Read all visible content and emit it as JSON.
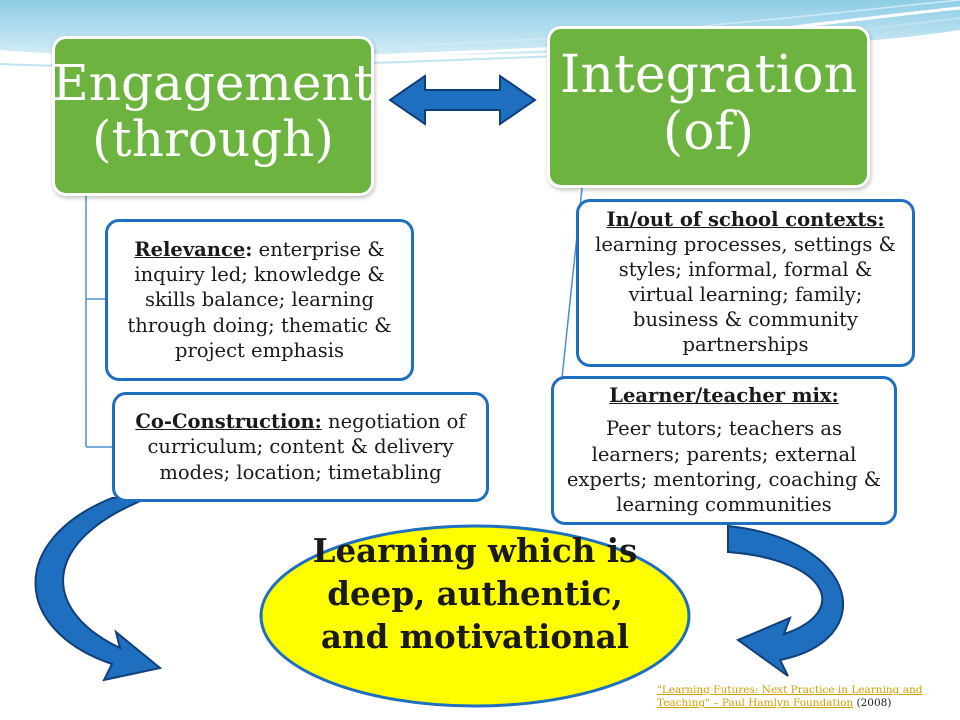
{
  "engagement_header": {
    "line1": "Engagement",
    "line2": "(through)"
  },
  "integration_header": {
    "line1": "Integration",
    "line2": "(of)"
  },
  "engagement_items": [
    {
      "label": "Relevance",
      "punct": ":",
      "text": " enterprise & inquiry led; knowledge & skills balance; learning through doing; thematic & project emphasis"
    },
    {
      "label": "Co-Construction:",
      "text": " negotiation of curriculum; content & delivery modes; location; timetabling"
    }
  ],
  "integration_items": [
    {
      "label": "In/out of school contexts:",
      "text": "learning processes, settings & styles; informal, formal & virtual learning; family; business & community partnerships"
    },
    {
      "label": "Learner/teacher mix:",
      "text": "Peer tutors; teachers as learners; parents; external experts; mentoring, coaching & learning communities"
    }
  ],
  "outcome": {
    "text": "Learning which is deep, authentic, and motivational"
  },
  "citation": {
    "link_text": "\"Learning Futures: Next Practice in Learning and Teaching\" – Paul Hamlyn Foundation",
    "year": "(2008)"
  },
  "colors": {
    "header_green": "#6db33f",
    "card_border_blue": "#1f6fc0",
    "arrow_blue": "#1f6fc0",
    "outcome_fill": "#ffff00",
    "citation_link": "#d4a000"
  }
}
